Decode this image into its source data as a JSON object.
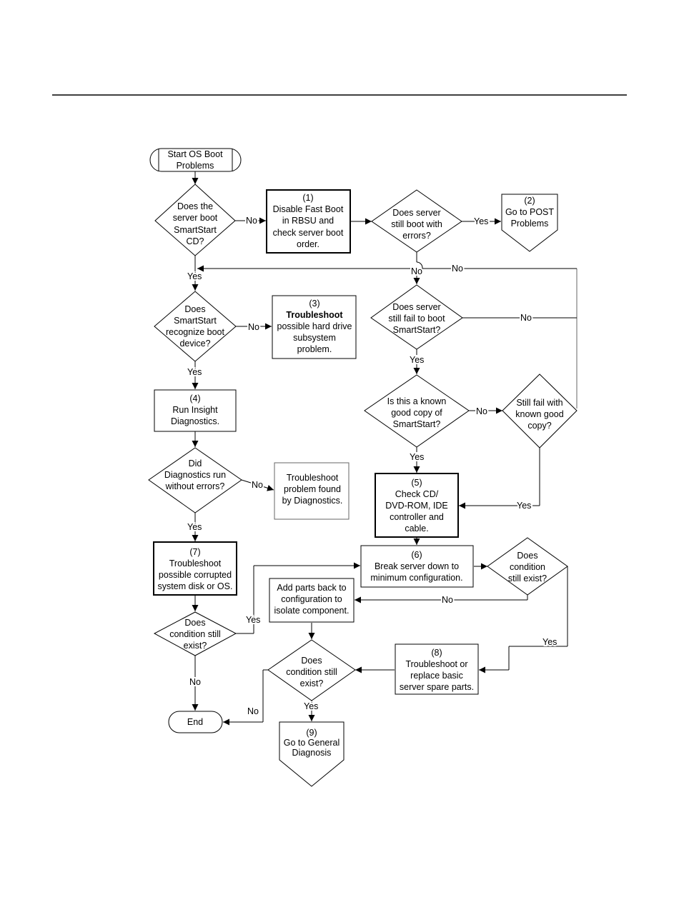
{
  "nodes": {
    "start": [
      "Start OS Boot",
      "Problems"
    ],
    "q_boot_cd": [
      "Does the",
      "server boot",
      "SmartStart",
      "CD?"
    ],
    "step1": [
      "(1)",
      "Disable Fast Boot",
      "in RBSU and",
      "check server boot",
      "order."
    ],
    "q_still_boot_errors": [
      "Does server",
      "still boot with",
      "errors?"
    ],
    "step2": [
      "(2)",
      "Go to POST",
      "Problems"
    ],
    "q_recognize": [
      "Does",
      "SmartStart",
      "recognize boot",
      "device?"
    ],
    "step3": [
      "(3)",
      "Troubleshoot",
      "possible hard drive",
      "subsystem",
      "problem."
    ],
    "q_fail_smartstart": [
      "Does server",
      "still fail to boot",
      "SmartStart?"
    ],
    "step4": [
      "(4)",
      "Run Insight",
      "Diagnostics."
    ],
    "q_known_good": [
      "Is this a known",
      "good copy of",
      "SmartStart?"
    ],
    "q_still_fail_known": [
      "Still fail with",
      "known good",
      "copy?"
    ],
    "q_diag_errors": [
      "Did",
      "Diagnostics run",
      "without errors?"
    ],
    "diag_found": [
      "Troubleshoot",
      "problem found",
      "by Diagnostics."
    ],
    "step5": [
      "(5)",
      "Check CD/",
      "DVD-ROM, IDE",
      "controller and",
      "cable."
    ],
    "step7": [
      "(7)",
      "Troubleshoot",
      "possible corrupted",
      "system disk or OS."
    ],
    "step6": [
      "(6)",
      "Break server down to",
      "minimum configuration."
    ],
    "q_cond_exist_6": [
      "Does",
      "condition",
      "still exist?"
    ],
    "add_parts": [
      "Add parts back to",
      "configuration to",
      "isolate component."
    ],
    "q_cond_exist_7": [
      "Does",
      "condition still",
      "exist?"
    ],
    "step8": [
      "(8)",
      "Troubleshoot or",
      "replace basic",
      "server spare parts."
    ],
    "q_cond_exist_8": [
      "Does",
      "condition still",
      "exist?"
    ],
    "end": [
      "End"
    ],
    "step9": [
      "(9)",
      "Go to General",
      "Diagnosis"
    ]
  },
  "edge_labels": {
    "yes": "Yes",
    "no": "No"
  }
}
